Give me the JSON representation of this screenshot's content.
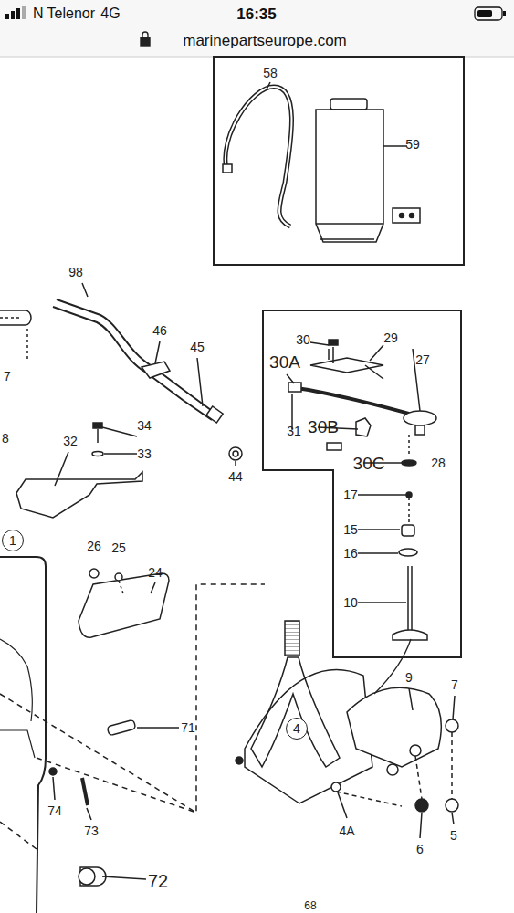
{
  "diagram": {
    "nodes": [
      {
        "text": [
          "1"
        ]
      },
      {
        "text": [
          "4"
        ]
      }
    ],
    "labels": [
      "N Telenor",
      "4G",
      "16:35",
      "marinepartseurope.com",
      "58",
      "59",
      "98",
      "46",
      "45",
      "7",
      "30",
      "29",
      "30A",
      "27",
      "31",
      "30B",
      "30C",
      "28",
      "34",
      "33",
      "32",
      "8",
      "44",
      "17",
      "15",
      "16",
      "10",
      "26",
      "25",
      "24",
      "71",
      "74",
      "73",
      "72",
      "4A",
      "9",
      "7",
      "6",
      "5",
      "68"
    ]
  }
}
